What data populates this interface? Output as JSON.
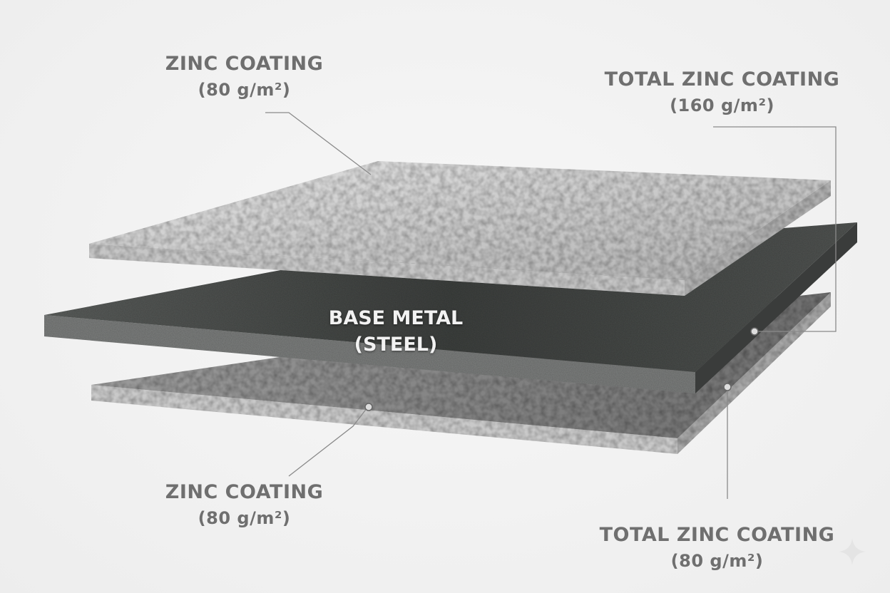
{
  "labels": {
    "top_left": {
      "title": "ZINC COATING",
      "value": "(80 g/m²)"
    },
    "top_right": {
      "title": "TOTAL ZINC COATING",
      "value": "(160 g/m²)"
    },
    "center": {
      "title": "BASE METAL",
      "value": "(STEEL)"
    },
    "bottom_left": {
      "title": "ZINC COATING",
      "value": "(80 g/m²)"
    },
    "bottom_right": {
      "title": "TOTAL ZINC COATING",
      "value": "(80 g/m²)"
    }
  },
  "colors": {
    "zinc": "#b9b9b9",
    "steel": "#4a4d4b",
    "text": "#6f6f6f",
    "leader": "#8a8a8a"
  }
}
